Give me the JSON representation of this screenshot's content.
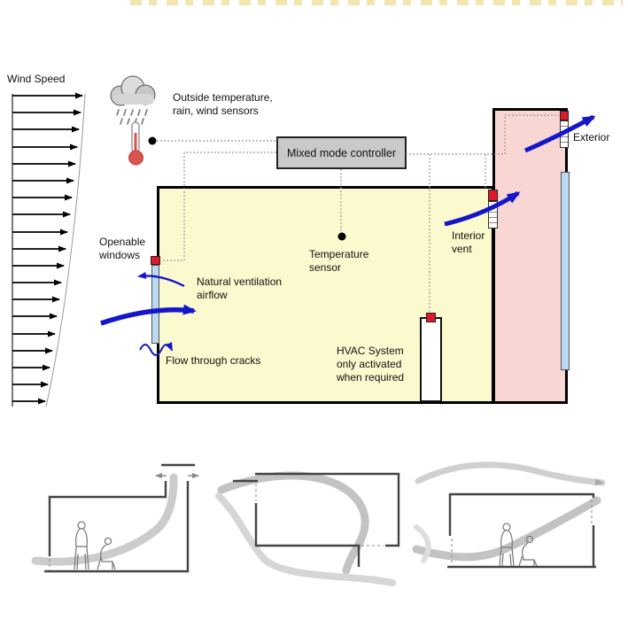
{
  "labels": {
    "wind_speed": "Wind Speed",
    "outside_sensors_line1": "Outside temperature,",
    "outside_sensors_line2": "rain, wind sensors",
    "controller": "Mixed mode controller",
    "openable_line1": "Openable",
    "openable_line2": "windows",
    "natural_line1": "Natural ventilation",
    "natural_line2": "airflow",
    "cracks": "Flow through cracks",
    "temperature_line1": "Temperature",
    "temperature_line2": "sensor",
    "hvac_line1": "HVAC System",
    "hvac_line2": "only activated",
    "hvac_line3": "when required",
    "interior_line1": "Interior",
    "interior_line2": "vent",
    "exterior": "Exterior"
  },
  "colors": {
    "room_fill": "#FBF9CE",
    "shaft_fill": "#F8D6D3",
    "window_blue": "#B9DAF2",
    "actuator_red": "#E0182D",
    "arrow_blue": "#1515CC",
    "controller_fill": "#C9C9C9",
    "dotted_control_line": "#999999",
    "title_remnant": "#F3E5AE",
    "sketch_flow_gray": "#C3C3C3"
  }
}
